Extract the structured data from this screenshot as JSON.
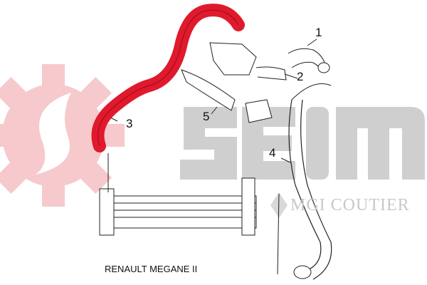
{
  "watermark": {
    "brand": "SEIM",
    "sub_brand": "MGI COUTIER",
    "gear_color": "#f5c6c9",
    "letters_color": "#cfcfcf"
  },
  "callouts": [
    "1",
    "2",
    "3",
    "4",
    "5"
  ],
  "caption": "RENAULT MEGANE II",
  "colors": {
    "highlight_hose": "#e0192d",
    "line_art": "#222222"
  }
}
